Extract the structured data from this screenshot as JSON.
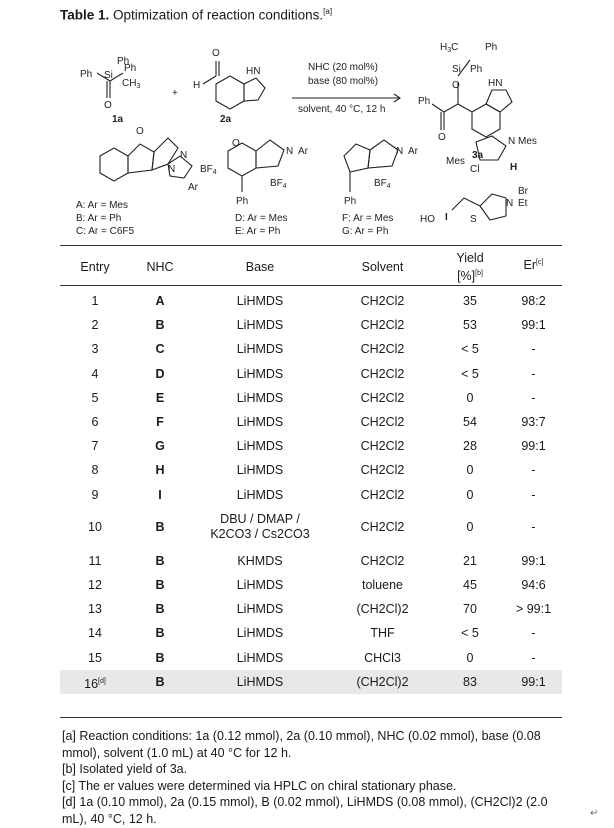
{
  "caption": {
    "label": "Table 1.",
    "text": " Optimization of reaction conditions.",
    "note": "[a]"
  },
  "scheme": {
    "compound_1a": "1a",
    "compound_2a": "2a",
    "compound_3a": "3a",
    "plus": "+",
    "arrow_top_1": "NHC (20 mol%)",
    "arrow_top_2": "base (80 mol%)",
    "arrow_bottom": "solvent, 40 °C, 12 h",
    "catalyst_A": "A: Ar = Mes",
    "catalyst_B": "B: Ar = Ph",
    "catalyst_C": "C: Ar = C6F5",
    "catalyst_D": "D: Ar = Mes",
    "catalyst_E": "E: Ar = Ph",
    "catalyst_F": "F: Ar = Mes",
    "catalyst_G": "G: Ar = Ph",
    "catalyst_H": "H",
    "catalyst_I": "I"
  },
  "table": {
    "headers": {
      "entry": "Entry",
      "nhc": "NHC",
      "base": "Base",
      "solvent": "Solvent",
      "yield_l1": "Yield",
      "yield_l2": "[%]",
      "yield_note": "[b]",
      "er": "Er",
      "er_note": "[c]"
    },
    "rows": [
      {
        "entry": "1",
        "nhc": "A",
        "base": "LiHMDS",
        "solvent": "CH2Cl2",
        "yield": "35",
        "er": "98:2"
      },
      {
        "entry": "2",
        "nhc": "B",
        "base": "LiHMDS",
        "solvent": "CH2Cl2",
        "yield": "53",
        "er": "99:1"
      },
      {
        "entry": "3",
        "nhc": "C",
        "base": "LiHMDS",
        "solvent": "CH2Cl2",
        "yield": "< 5",
        "er": "-"
      },
      {
        "entry": "4",
        "nhc": "D",
        "base": "LiHMDS",
        "solvent": "CH2Cl2",
        "yield": "< 5",
        "er": "-"
      },
      {
        "entry": "5",
        "nhc": "E",
        "base": "LiHMDS",
        "solvent": "CH2Cl2",
        "yield": "0",
        "er": "-"
      },
      {
        "entry": "6",
        "nhc": "F",
        "base": "LiHMDS",
        "solvent": "CH2Cl2",
        "yield": "54",
        "er": "93:7"
      },
      {
        "entry": "7",
        "nhc": "G",
        "base": "LiHMDS",
        "solvent": "CH2Cl2",
        "yield": "28",
        "er": "99:1"
      },
      {
        "entry": "8",
        "nhc": "H",
        "base": "LiHMDS",
        "solvent": "CH2Cl2",
        "yield": "0",
        "er": "-"
      },
      {
        "entry": "9",
        "nhc": "I",
        "base": "LiHMDS",
        "solvent": "CH2Cl2",
        "yield": "0",
        "er": "-"
      },
      {
        "entry": "10",
        "nhc": "B",
        "base_l1": "DBU / DMAP /",
        "base_l2": "K2CO3 / Cs2CO3",
        "solvent": "CH2Cl2",
        "yield": "0",
        "er": "-"
      },
      {
        "entry": "11",
        "nhc": "B",
        "base": "KHMDS",
        "solvent": "CH2Cl2",
        "yield": "21",
        "er": "99:1"
      },
      {
        "entry": "12",
        "nhc": "B",
        "base": "LiHMDS",
        "solvent": "toluene",
        "yield": "45",
        "er": "94:6"
      },
      {
        "entry": "13",
        "nhc": "B",
        "base": "LiHMDS",
        "solvent": "(CH2Cl)2",
        "yield": "70",
        "er": "> 99:1"
      },
      {
        "entry": "14",
        "nhc": "B",
        "base": "LiHMDS",
        "solvent": "THF",
        "yield": "< 5",
        "er": "-"
      },
      {
        "entry": "15",
        "nhc": "B",
        "base": "LiHMDS",
        "solvent": "CHCl3",
        "yield": "0",
        "er": "-"
      },
      {
        "entry": "16",
        "entry_note": "[d]",
        "nhc": "B",
        "base": "LiHMDS",
        "solvent": "(CH2Cl)2",
        "yield": "83",
        "er": "99:1"
      }
    ]
  },
  "footnotes": {
    "a": "[a] Reaction conditions: 1a (0.12 mmol), 2a (0.10 mmol), NHC (0.02 mmol), base (0.08 mmol), solvent (1.0 mL) at 40 °C for 12 h.",
    "b": "[b] Isolated yield of 3a.",
    "c": "[c] The er values were determined via HPLC on chiral stationary phase.",
    "d": "[d] 1a (0.10 mmol), 2a (0.15 mmol), B (0.02 mmol), LiHMDS (0.08 mmol), (CH2Cl)2 (2.0 mL), 40 °C, 12 h."
  },
  "corner_mark": "↵"
}
